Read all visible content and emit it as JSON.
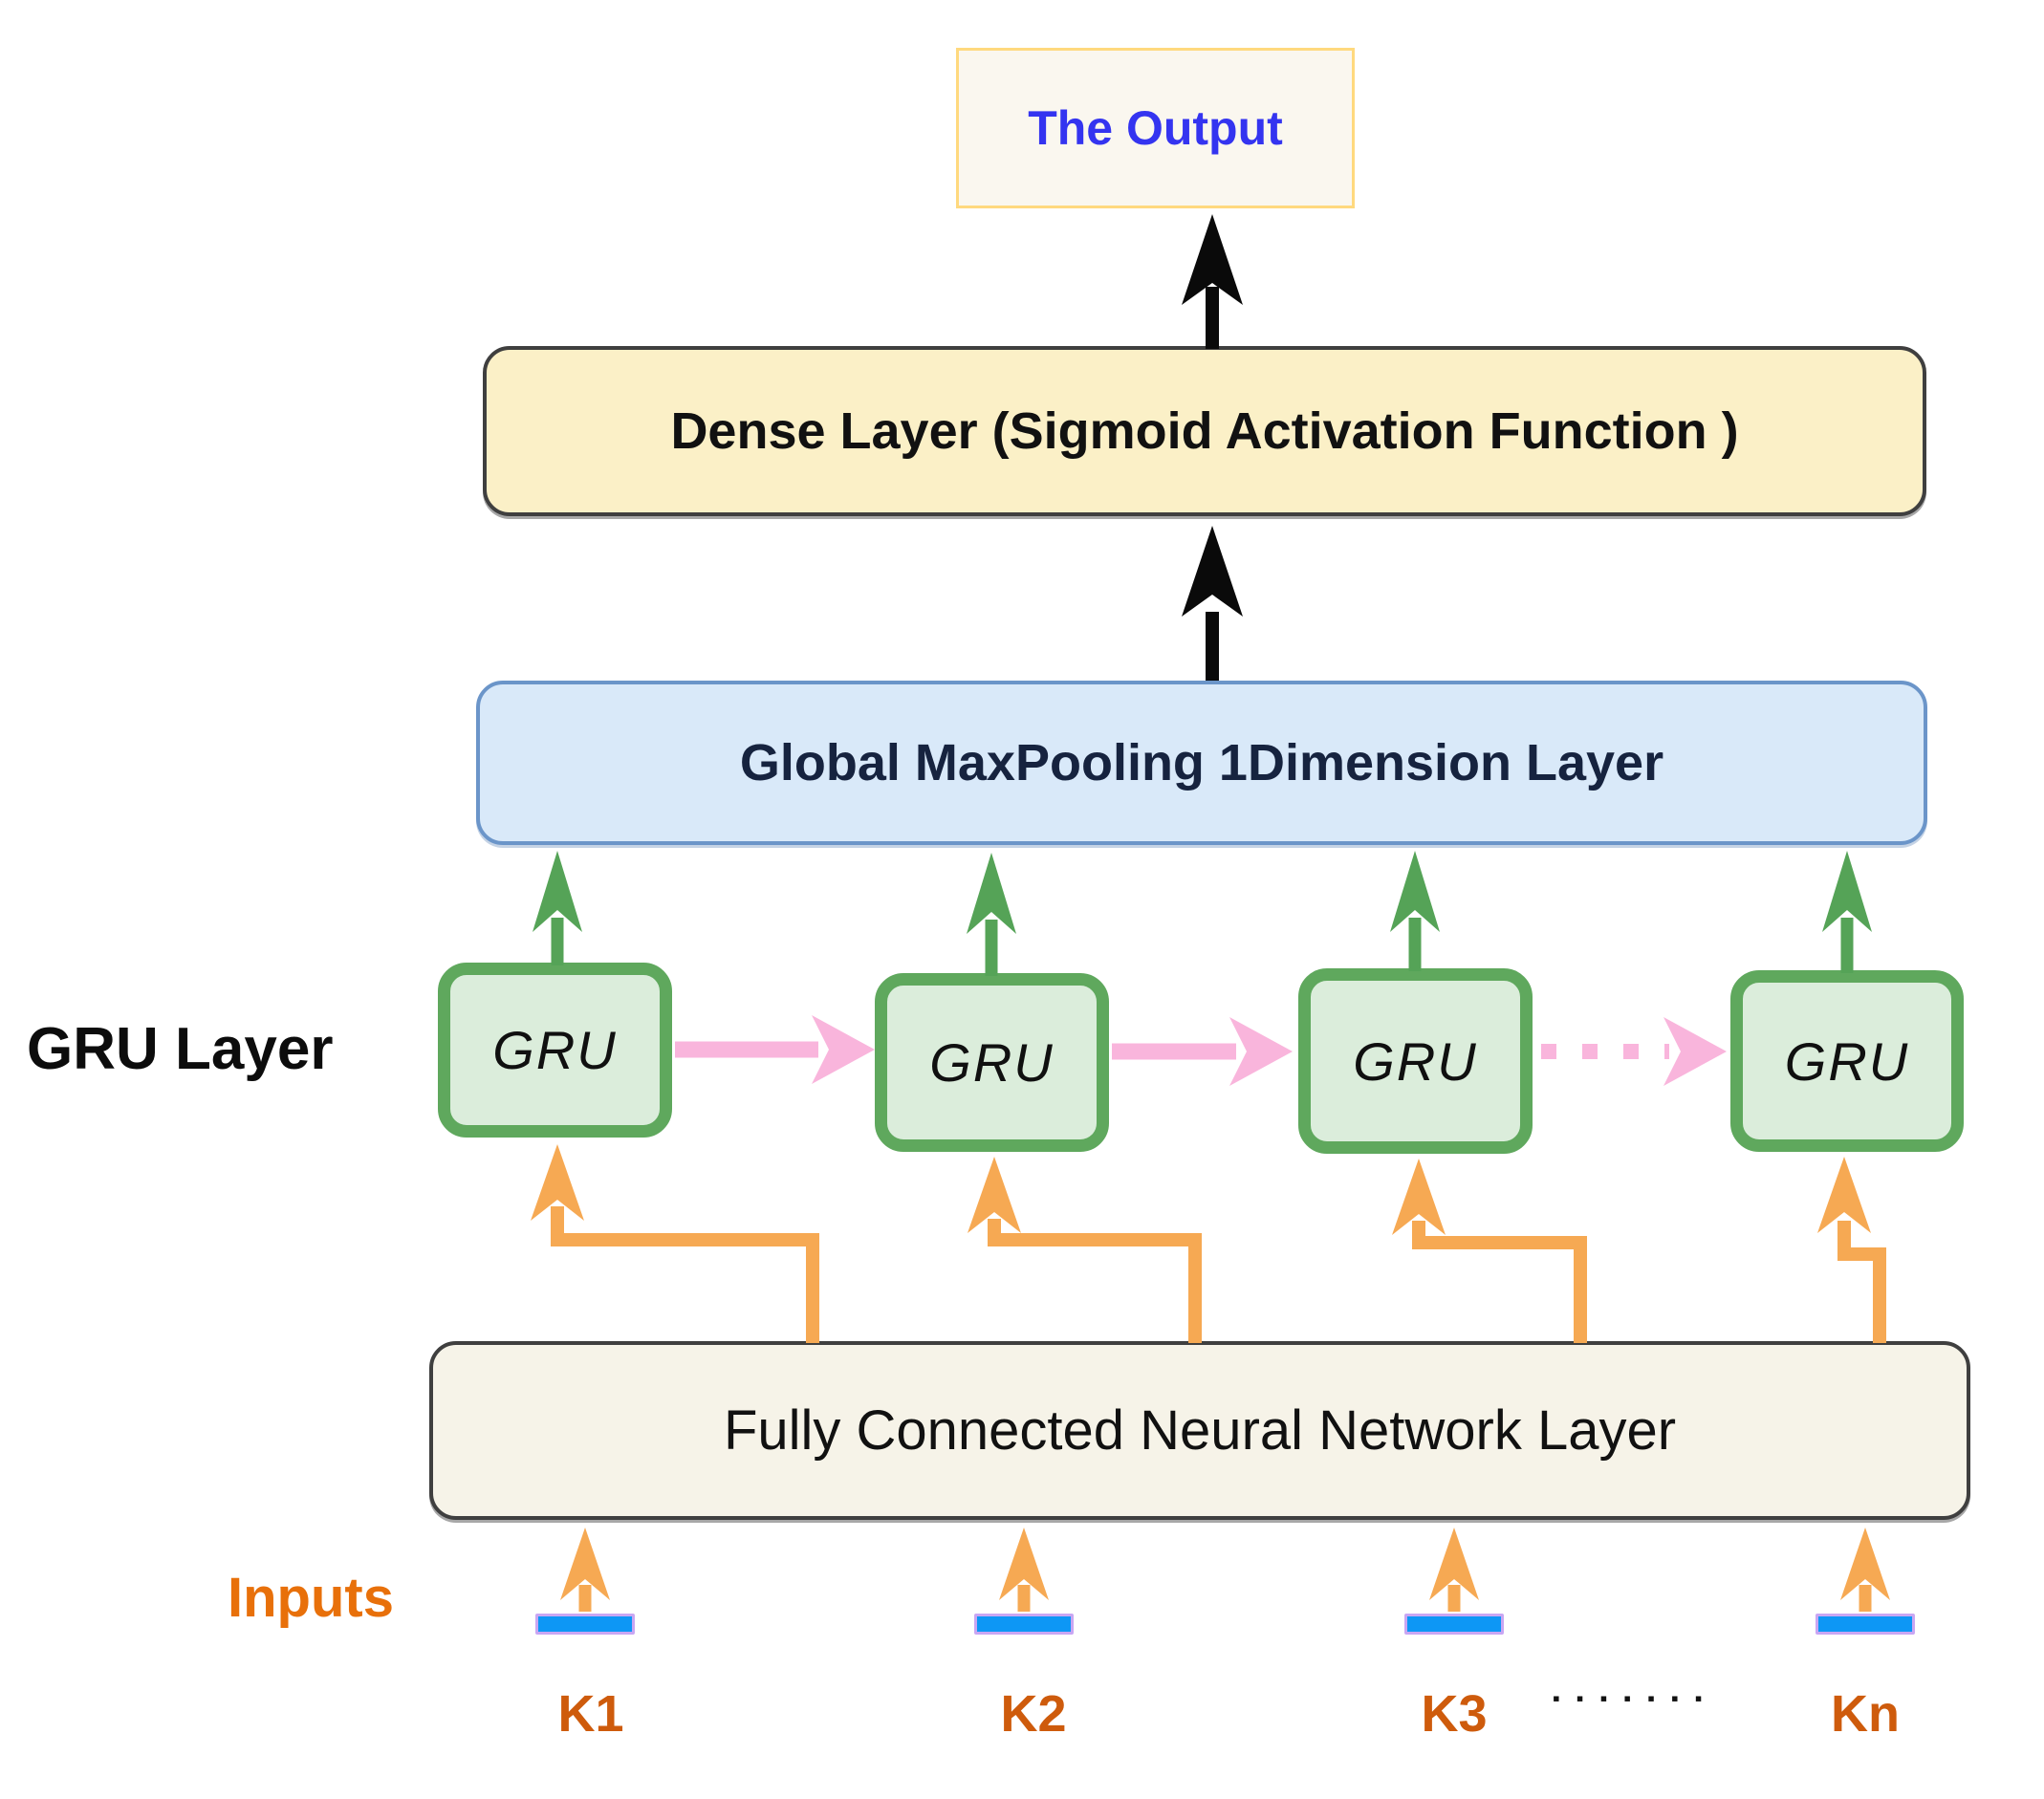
{
  "diagram": {
    "output_box": {
      "label": "The Output"
    },
    "dense_layer": {
      "label": "Dense Layer (Sigmoid Activation Function )"
    },
    "maxpool_layer": {
      "label": "Global MaxPooling 1Dimension Layer"
    },
    "gru_layer": {
      "side_label": "GRU Layer",
      "cells": [
        {
          "label": "GRU"
        },
        {
          "label": "GRU"
        },
        {
          "label": "GRU"
        },
        {
          "label": "GRU"
        }
      ]
    },
    "fc_layer": {
      "label": "Fully Connected Neural Network Layer"
    },
    "inputs": {
      "side_label": "Inputs",
      "items": [
        {
          "label": "K1"
        },
        {
          "label": "K2"
        },
        {
          "label": "K3"
        },
        {
          "label": "Kn"
        }
      ],
      "ellipsis_dots": "▪▪▪▪▪▪▪"
    },
    "colors": {
      "output_box_fill": "#faf7ef",
      "output_box_border": "#ffd97e",
      "output_text": "#3434f0",
      "dense_fill": "#fbf0c7",
      "dense_border": "#3f3f3f",
      "maxpool_fill": "#d9e9f9",
      "maxpool_border": "#6b95c9",
      "maxpool_text": "#16233f",
      "gru_fill": "#dbeddb",
      "gru_border": "#5fa85d",
      "fc_fill": "#f6f3e8",
      "fc_border": "#3f3f3f",
      "green_arrow": "#55a357",
      "pink_arrow": "#f9b5dc",
      "orange_arrow": "#f6a953",
      "black_arrow": "#0a0a0a",
      "inputs_text": "#e8700a",
      "k_text": "#ce5b0c",
      "input_bar_fill": "#0d97f5",
      "input_bar_border": "#c9a6f3"
    }
  }
}
